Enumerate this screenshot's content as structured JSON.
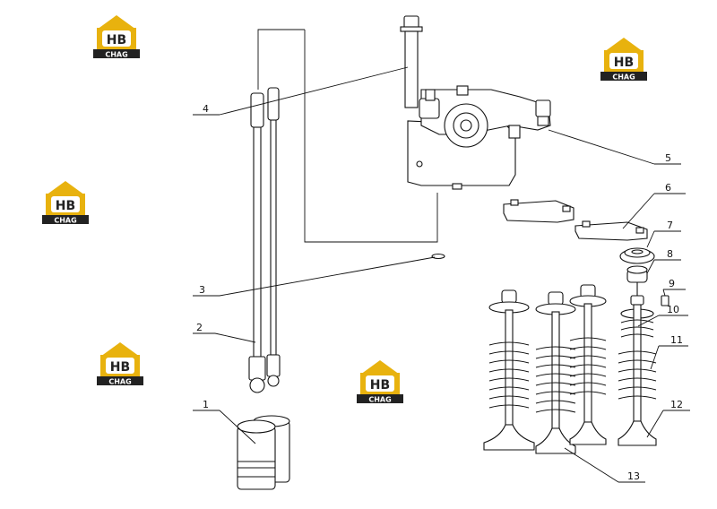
{
  "logo": {
    "mark": "HB",
    "word": "CHAG",
    "colors": {
      "gold": "#e8b20e",
      "dark": "#222222",
      "light": "#ffffff"
    }
  },
  "callouts": [
    "1",
    "2",
    "3",
    "4",
    "5",
    "6",
    "7",
    "8",
    "9",
    "10",
    "11",
    "12",
    "13"
  ]
}
